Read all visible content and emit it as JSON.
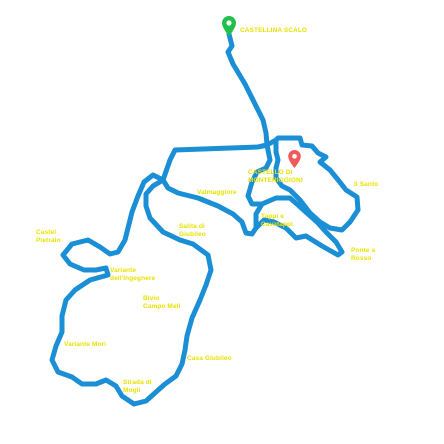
{
  "map": {
    "route_color": "#1b8fd6",
    "label_color": "#e8e200",
    "start_marker": {
      "icon": "map-pin-icon",
      "color": "#22c04a",
      "label": "CASTELLINA SCALO"
    },
    "end_marker": {
      "icon": "map-pin-icon",
      "color": "#f05a5a",
      "label_line1": "CASTELLO DI",
      "label_line2": "MONTERIGGIONI"
    },
    "places": {
      "il_santo": "Il Santo",
      "valmaggiore": "Valmaggiore",
      "tappi_line1": "Tappi e",
      "tappi_line2": "Cavatappi",
      "salita_line1": "Salita di",
      "salita_line2": "Giubileo",
      "castel_line1": "Castel",
      "castel_line2": "Pietraio",
      "variante_ing_line1": "Variante",
      "variante_ing_line2": "dell'Ingegnere",
      "bivio_line1": "Bivio",
      "bivio_line2": "Campo Meli",
      "variante_mori": "Variante Mori",
      "casa_giubileo": "Casa Giubileo",
      "strada_line1": "Strada di",
      "strada_line2": "Mogli",
      "ponte_line1": "Ponte a",
      "ponte_line2": "Rosso"
    }
  }
}
